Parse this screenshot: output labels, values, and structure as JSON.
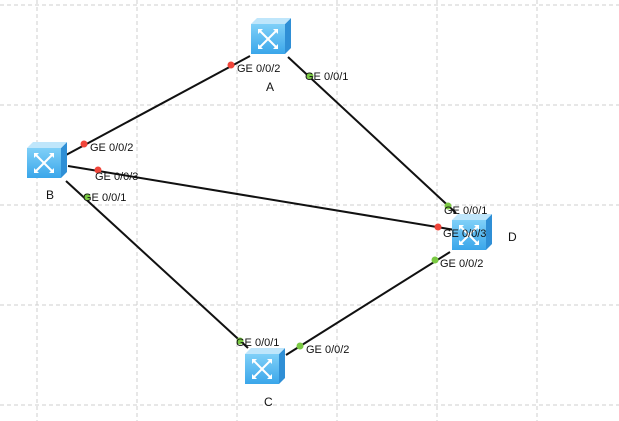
{
  "colors": {
    "grid": "#cfcfcf",
    "link": "#111111",
    "port_down": "#f0453a",
    "port_up": "#7ac943",
    "switch_top": "#bfe6fb",
    "switch_front": "#48b4ee",
    "switch_side": "#2f8fd6"
  },
  "devices": {
    "A": {
      "name": "A",
      "icon": "switch-icon"
    },
    "B": {
      "name": "B",
      "icon": "switch-icon"
    },
    "C": {
      "name": "C",
      "icon": "switch-icon"
    },
    "D": {
      "name": "D",
      "icon": "switch-icon"
    }
  },
  "links": {
    "a_b": {
      "a_port": "GE 0/0/2",
      "a_status": "down",
      "b_port": "GE 0/0/2",
      "b_status": "down"
    },
    "a_d": {
      "a_port": "GE 0/0/1",
      "a_status": "up",
      "d_port": "GE 0/0/1",
      "d_status": "up"
    },
    "b_d": {
      "b_port": "GE 0/0/3",
      "b_status": "down",
      "d_port": "GE 0/0/3",
      "d_status": "down"
    },
    "b_c": {
      "b_port": "GE 0/0/1",
      "b_status": "up",
      "c_port": "GE 0/0/1",
      "c_status": "up"
    },
    "c_d": {
      "c_port": "GE 0/0/2",
      "c_status": "up",
      "d_port": "GE 0/0/2",
      "d_status": "up"
    }
  }
}
